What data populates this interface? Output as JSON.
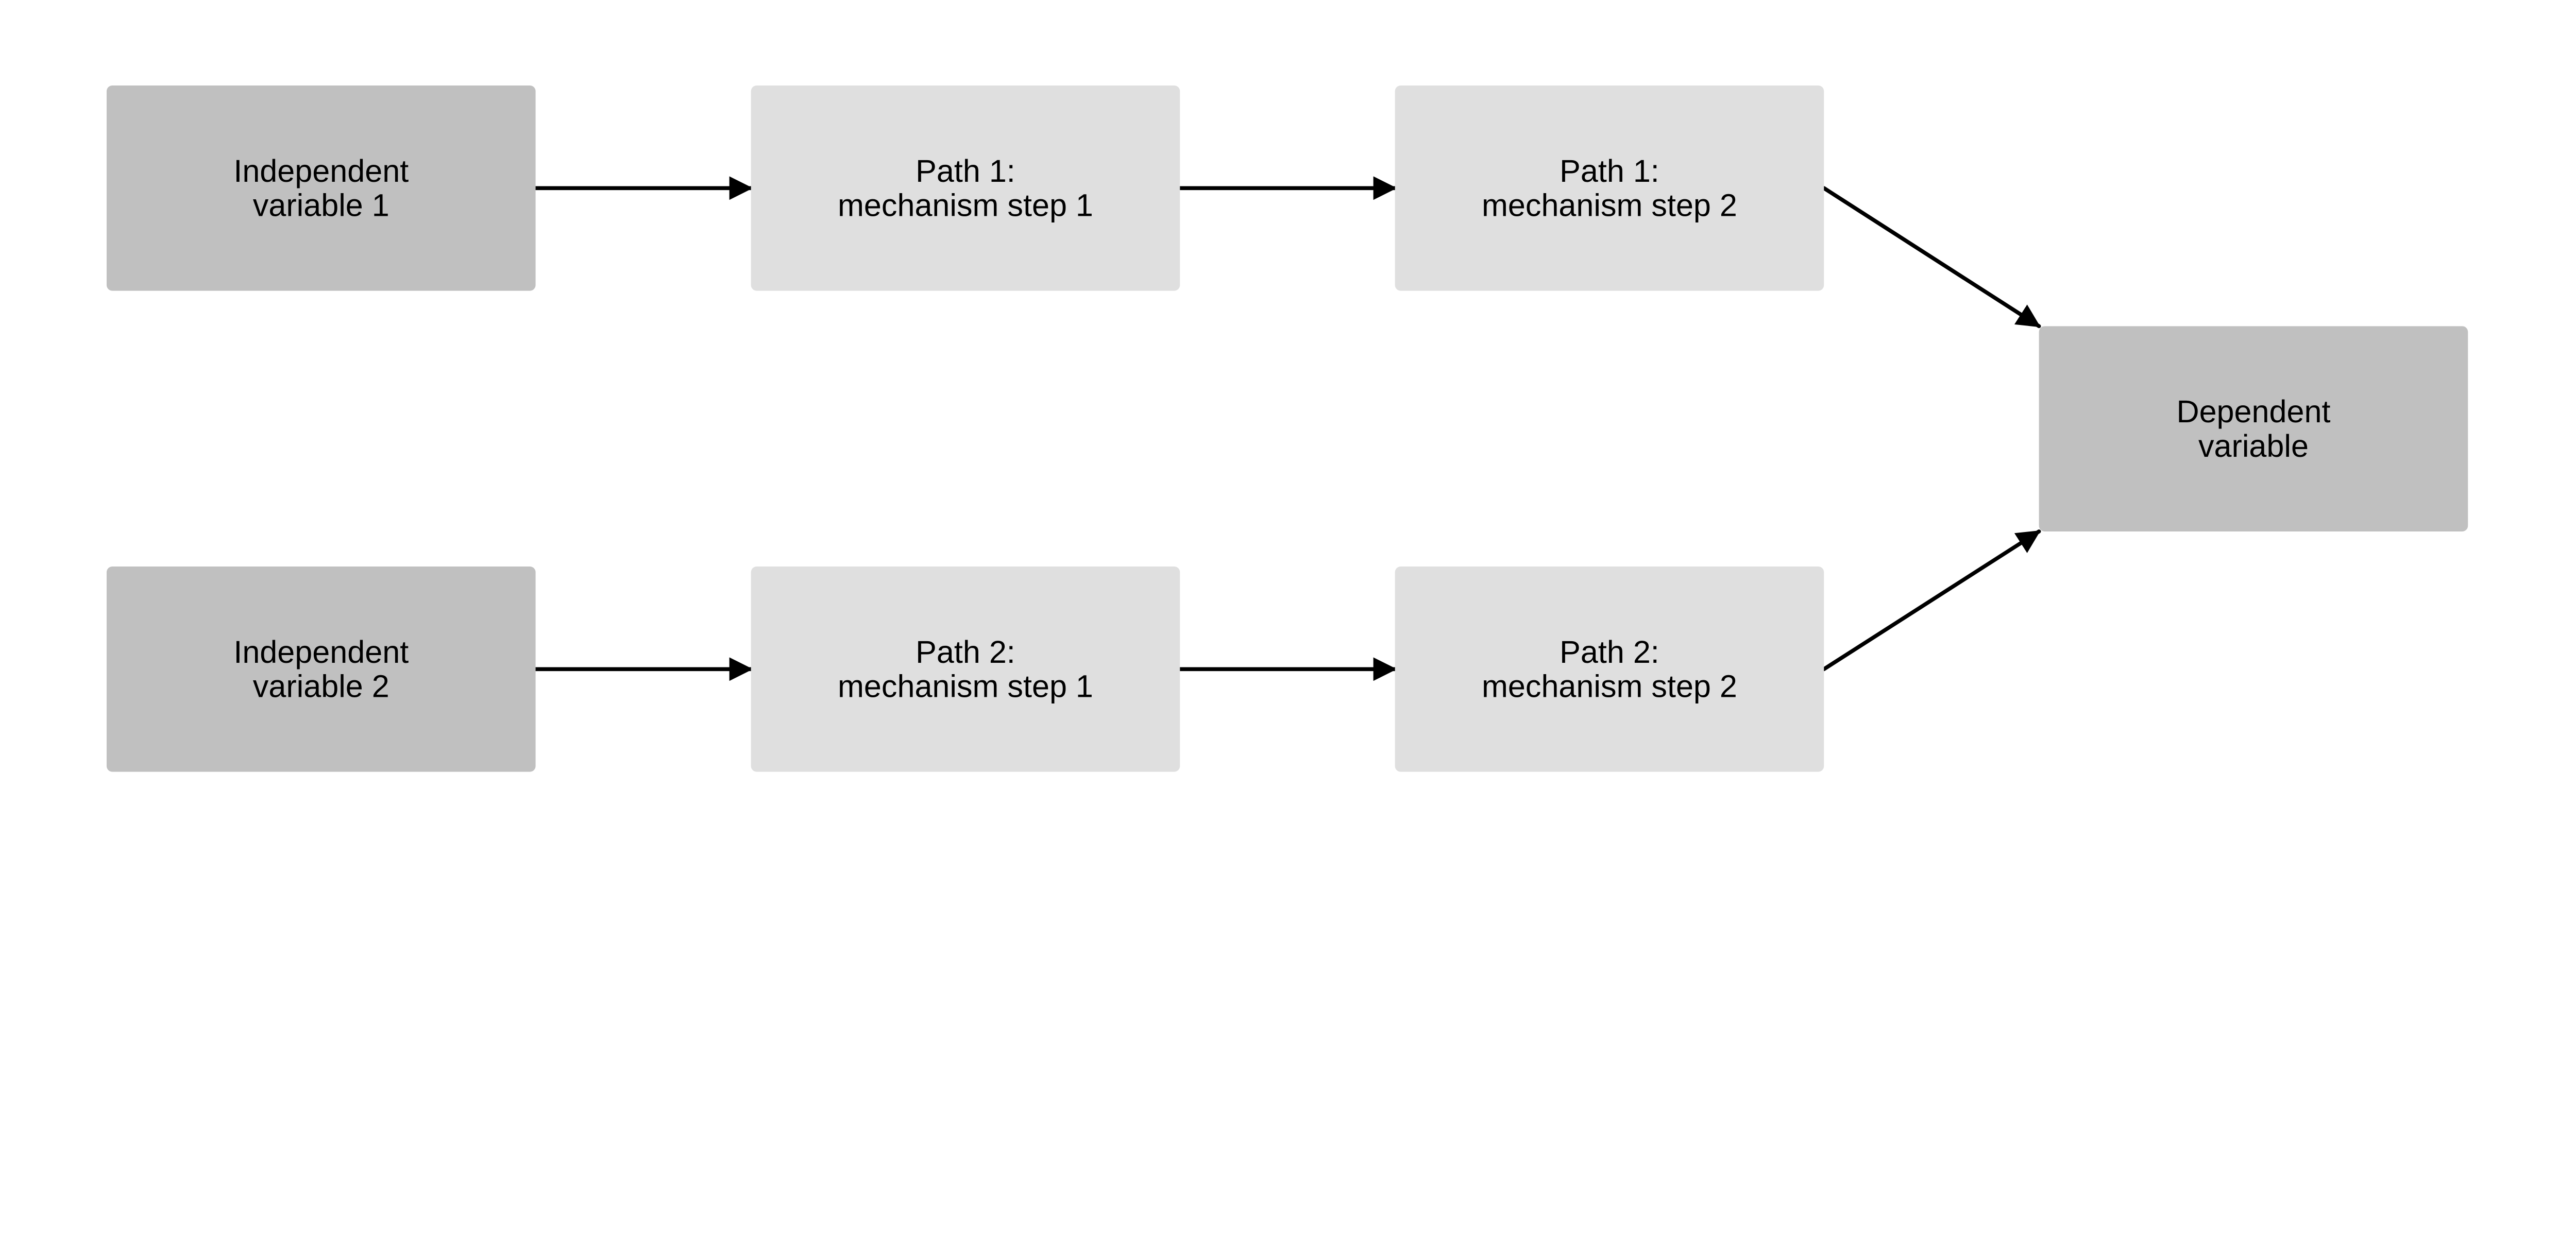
{
  "colors": {
    "dark_box": "#c0c0c0",
    "light_box": "#dfdfdf",
    "arrow": "#000000"
  },
  "nodes": [
    {
      "id": "iv1",
      "lines": [
        "Independent",
        "variable 1"
      ],
      "style": "dark"
    },
    {
      "id": "p1s1",
      "lines": [
        "Path 1:",
        "mechanism step 1"
      ],
      "style": "light"
    },
    {
      "id": "p1s2",
      "lines": [
        "Path 1:",
        "mechanism step 2"
      ],
      "style": "light"
    },
    {
      "id": "iv2",
      "lines": [
        "Independent",
        "variable 2"
      ],
      "style": "dark"
    },
    {
      "id": "p2s1",
      "lines": [
        "Path 2:",
        "mechanism step 1"
      ],
      "style": "light"
    },
    {
      "id": "p2s2",
      "lines": [
        "Path 2:",
        "mechanism step 2"
      ],
      "style": "light"
    },
    {
      "id": "dv",
      "lines": [
        "Dependent",
        "variable"
      ],
      "style": "dark"
    }
  ],
  "edges": [
    {
      "from": "iv1",
      "to": "p1s1"
    },
    {
      "from": "p1s1",
      "to": "p1s2"
    },
    {
      "from": "p1s2",
      "to": "dv"
    },
    {
      "from": "iv2",
      "to": "p2s1"
    },
    {
      "from": "p2s1",
      "to": "p2s2"
    },
    {
      "from": "p2s2",
      "to": "dv"
    }
  ]
}
